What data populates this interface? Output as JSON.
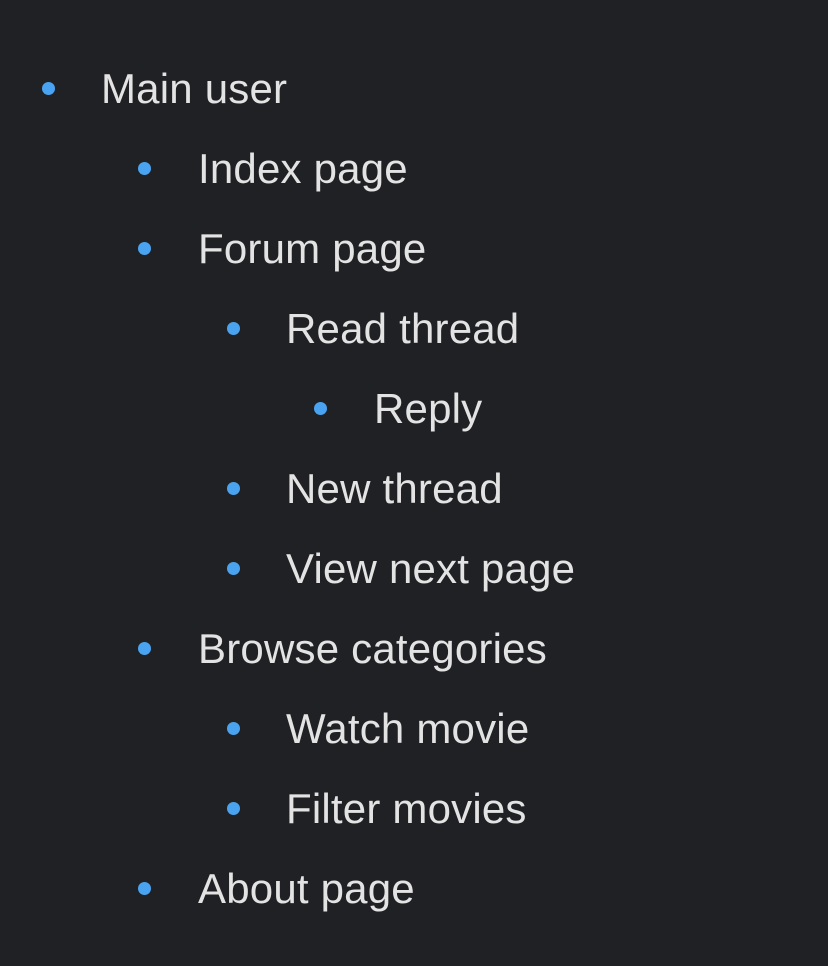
{
  "outline": {
    "items": [
      {
        "label": "Main user",
        "level": 0
      },
      {
        "label": "Index page",
        "level": 1
      },
      {
        "label": "Forum page",
        "level": 1
      },
      {
        "label": "Read thread",
        "level": 2
      },
      {
        "label": "Reply",
        "level": 3
      },
      {
        "label": "New thread",
        "level": 2
      },
      {
        "label": "View next page",
        "level": 2
      },
      {
        "label": "Browse categories",
        "level": 1
      },
      {
        "label": "Watch movie",
        "level": 2
      },
      {
        "label": "Filter movies",
        "level": 2
      },
      {
        "label": "About page",
        "level": 1
      }
    ]
  },
  "colors": {
    "background": "#202124",
    "text": "#e3e3e3",
    "bullet": "#4aa3f0"
  }
}
